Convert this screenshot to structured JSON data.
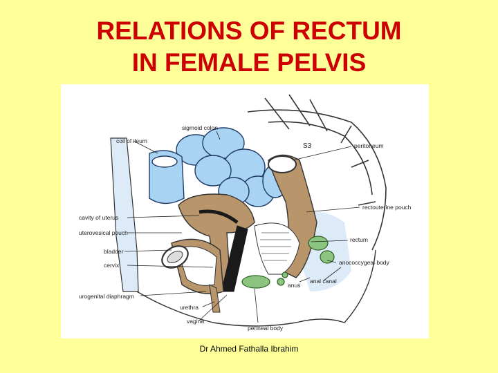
{
  "slide": {
    "title_line1": "RELATIONS OF RECTUM",
    "title_line2": "IN FEMALE PELVIS",
    "credit": "Dr Ahmed Fathalla Ibrahim"
  },
  "diagram": {
    "labels": {
      "sigmoid_colon": "sigmoid colon",
      "coil_of_ileum": "coil of ileum",
      "s3": "S3",
      "peritoneum": "peritoneum",
      "rectouterine_pouch": "rectouterine pouch",
      "cavity_of_uterus": "cavity of uterus",
      "uterovesical_pouch": "uterovesical pouch",
      "bladder": "bladder",
      "cervix": "cervix",
      "rectum": "rectum",
      "anococcygeal_body": "anococcygeal body",
      "anus": "anus",
      "anal_canal": "anal canal",
      "urogenital_diaphragm": "urogenital diaphragm",
      "urethra": "urethra",
      "vagina": "vagina",
      "perineal_body": "perineal body"
    },
    "colors": {
      "title": "#CC0000",
      "background": "#FFFF99",
      "bowel_blue": "#A9D3F2",
      "uterus_brown": "#B8956A",
      "muscle_green": "#8BC47F",
      "pale_blue": "#DCEBF7"
    }
  }
}
